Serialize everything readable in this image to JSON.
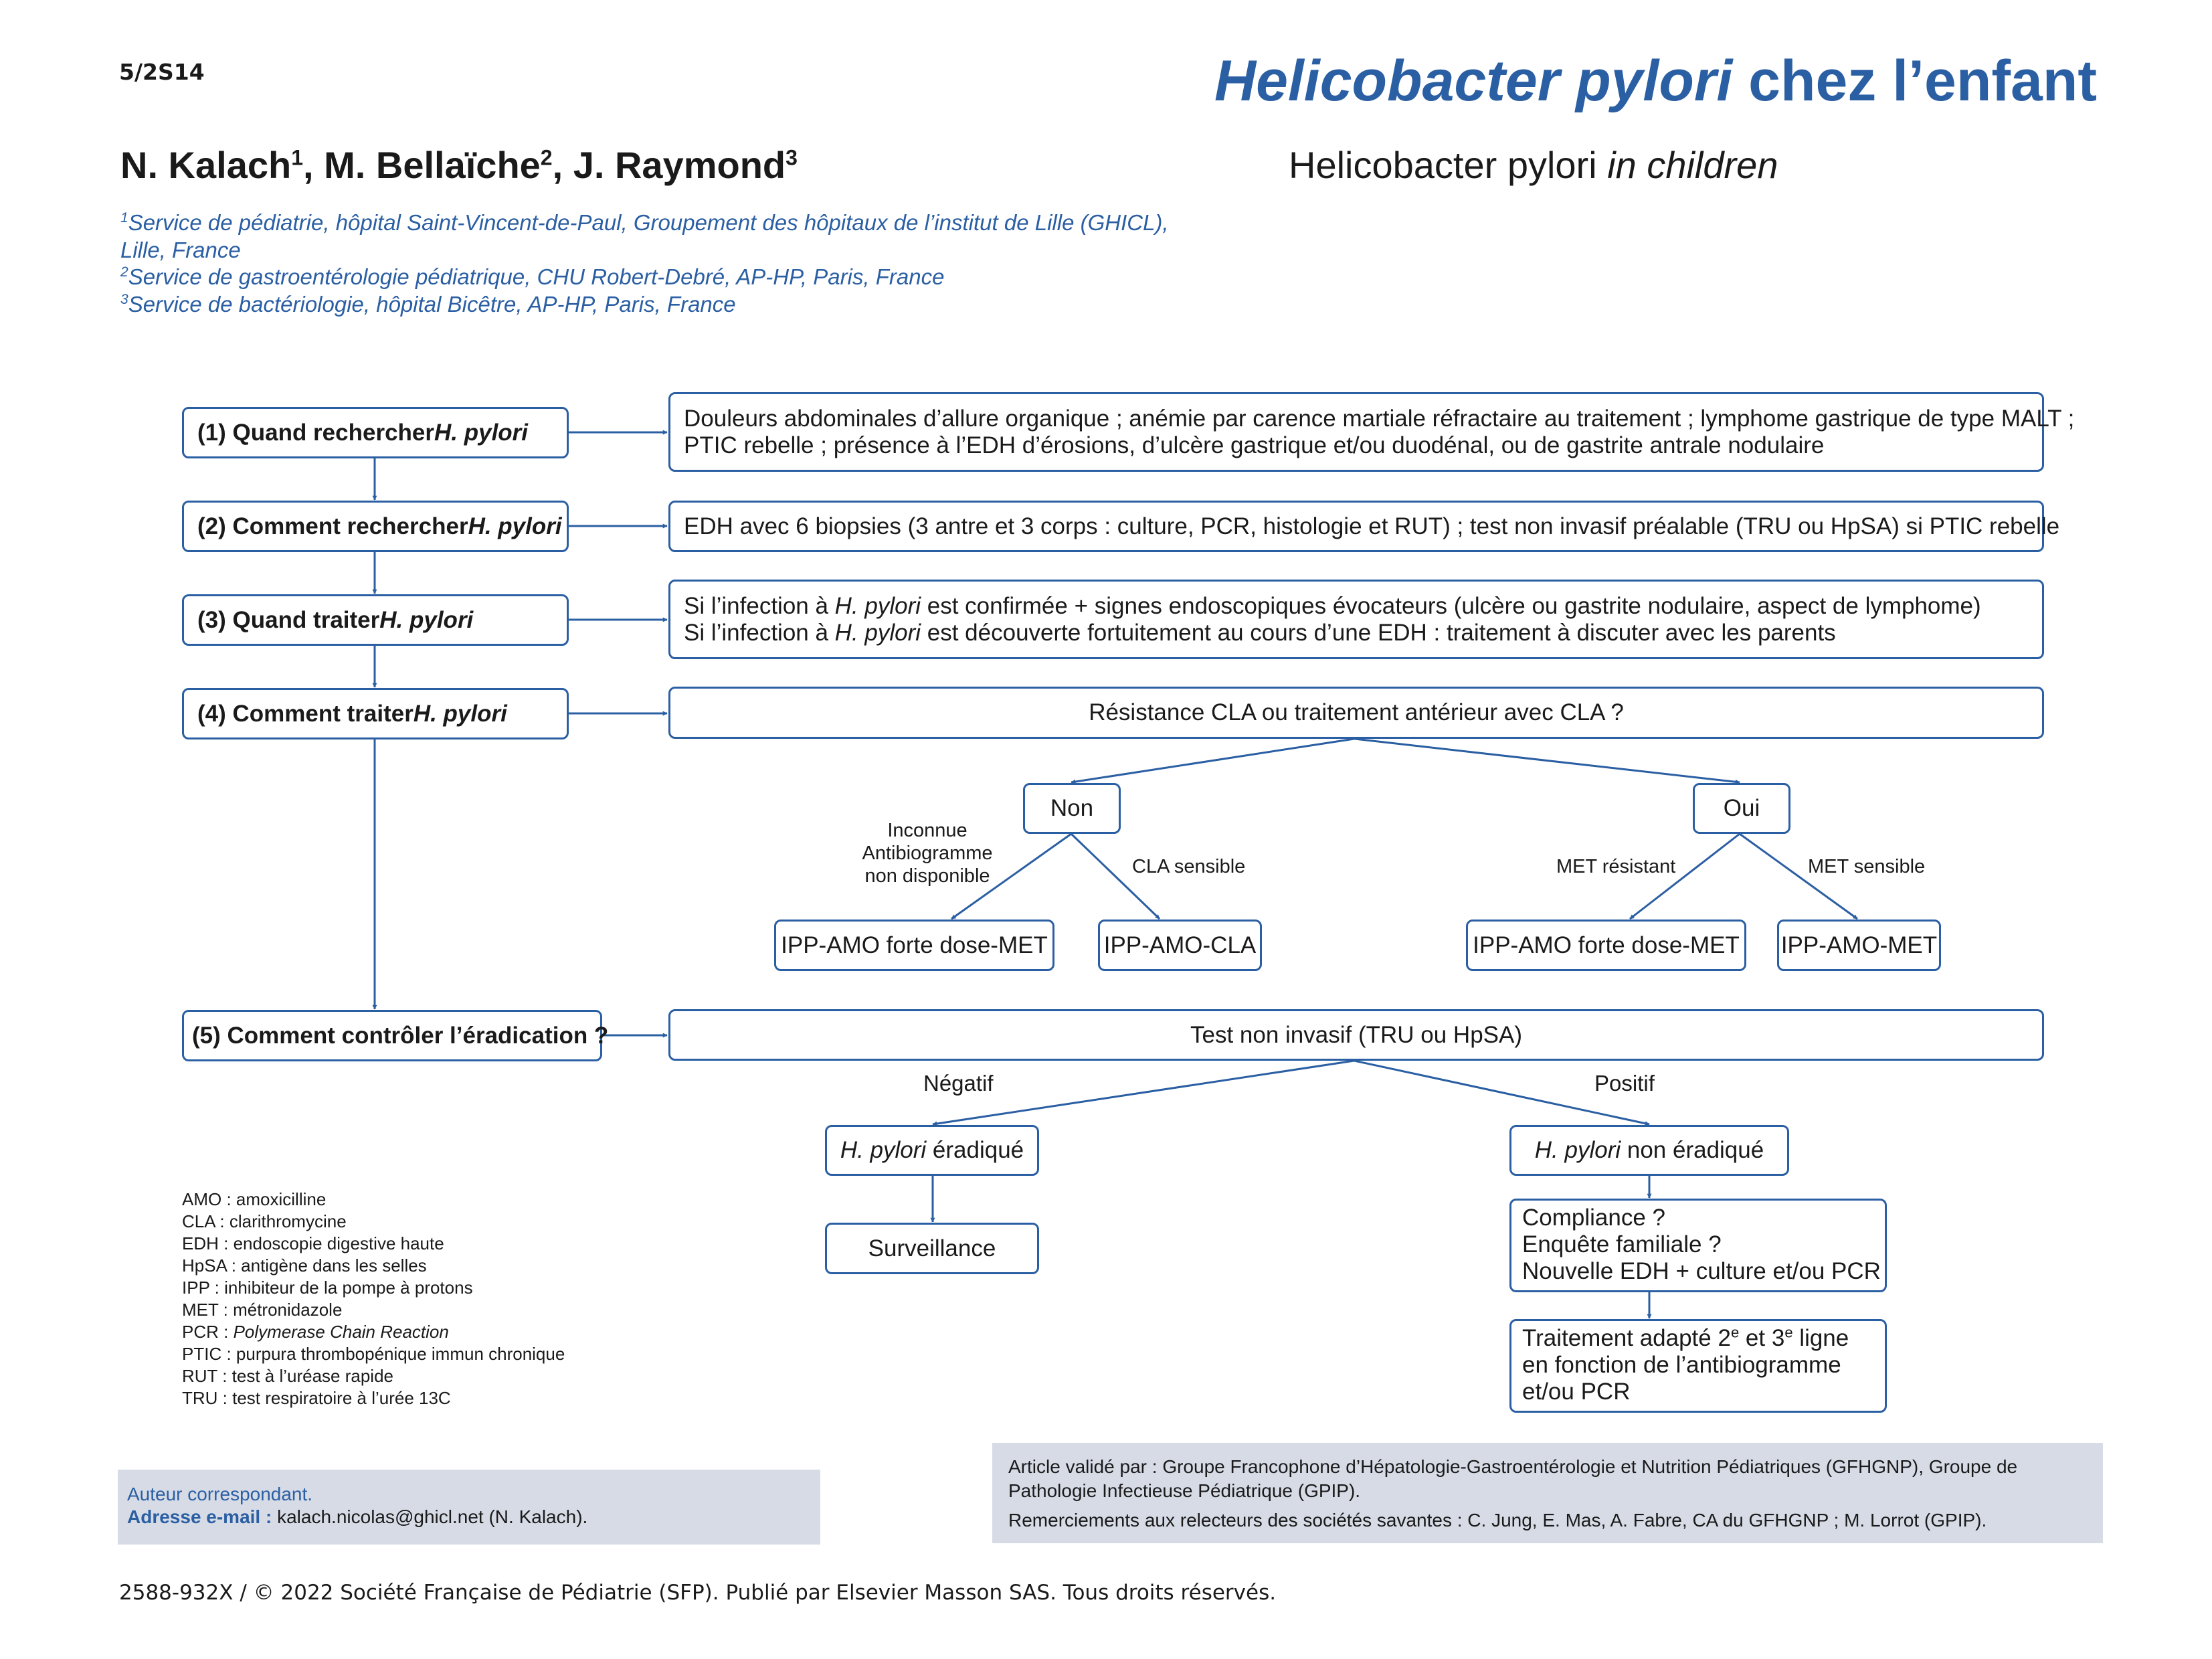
{
  "header": {
    "page_id": "5/2S14",
    "title_italic": "Helicobacter pylori",
    "title_rest": " chez l’enfant",
    "subtitle_plain": "Helicobacter pylori ",
    "subtitle_italic": "in children"
  },
  "authors": [
    {
      "name": "N. Kalach",
      "sup": "1",
      "sep": ", "
    },
    {
      "name": "M. Bellaïche",
      "sup": "2",
      "sep": ", "
    },
    {
      "name": "J. Raymond",
      "sup": "3",
      "sep": ""
    }
  ],
  "affiliations": [
    {
      "sup": "1",
      "text": "Service de pédiatrie, hôpital Saint-Vincent-de-Paul, Groupement des hôpitaux de l’institut de Lille (GHICL),"
    },
    {
      "sup": "",
      "text": "Lille, France"
    },
    {
      "sup": "2",
      "text": "Service de gastroentérologie pédiatrique, CHU Robert-Debré, AP-HP, Paris, France"
    },
    {
      "sup": "3",
      "text": "Service de bactériologie, hôpital Bicêtre, AP-HP, Paris, France"
    }
  ],
  "flow": {
    "steps": [
      {
        "pre": "(1) Quand rechercher ",
        "em": "H. pylori",
        "post": ""
      },
      {
        "pre": "(2) Comment rechercher ",
        "em": "H. pylori",
        "post": ""
      },
      {
        "pre": "(3) Quand traiter ",
        "em": "H. pylori",
        "post": ""
      },
      {
        "pre": "(4) Comment traiter ",
        "em": "H. pylori",
        "post": ""
      },
      {
        "pre": "(5) Comment contrôler l’éradication ?",
        "em": "",
        "post": ""
      }
    ],
    "desc1": [
      "Douleurs abdominales d’allure organique ; anémie par carence martiale réfractaire au traitement ; lymphome gastrique de type MALT ;",
      "PTIC rebelle ; présence à l’EDH d’érosions, d’ulcère gastrique et/ou duodénal, ou de gastrite antrale nodulaire"
    ],
    "desc2": "EDH avec 6 biopsies (3 antre et 3 corps : culture, PCR, histologie et RUT) ; test non invasif préalable (TRU ou HpSA) si PTIC rebelle",
    "desc3": [
      {
        "pre": "Si l’infection à ",
        "em": "H. pylori",
        "post": " est confirmée + signes endoscopiques évocateurs (ulcère ou gastrite nodulaire, aspect de lymphome)"
      },
      {
        "pre": "Si l’infection à ",
        "em": "H. pylori",
        "post": " est découverte fortuitement au cours d’une EDH : traitement à discuter avec les parents"
      }
    ],
    "question4": "Résistance CLA ou traitement antérieur avec CLA ?",
    "no": "Non",
    "yes": "Oui",
    "label_unknown": [
      "Inconnue",
      "Antibiogramme",
      "non disponible"
    ],
    "label_cla_sensible": "CLA sensible",
    "label_met_resistant": "MET résistant",
    "label_met_sensible": "MET sensible",
    "t1": "IPP-AMO forte dose-MET",
    "t2": "IPP-AMO-CLA",
    "t3": "IPP-AMO forte dose-MET",
    "t4": "IPP-AMO-MET",
    "test5": "Test non invasif (TRU ou HpSA)",
    "label_negatif": "Négatif",
    "label_positif": "Positif",
    "eradicated_em": "H. pylori",
    "eradicated_post": " éradiqué",
    "not_eradicated_em": "H. pylori",
    "not_eradicated_post": " non éradiqué",
    "surveillance": "Surveillance",
    "checks": [
      "Compliance ?",
      "Enquête familiale ?",
      "Nouvelle EDH + culture et/ou PCR"
    ],
    "treatment_line1_pre": "Traitement adapté 2",
    "treatment_sup1": "e",
    "treatment_line1_mid": " et 3",
    "treatment_sup2": "e",
    "treatment_line1_post": " ligne",
    "treatment_line2": "en fonction de l’antibiogramme",
    "treatment_line3": "et/ou PCR"
  },
  "legend": [
    {
      "abbr": "AMO : ",
      "def": "amoxicilline",
      "italic": false
    },
    {
      "abbr": "CLA : ",
      "def": "clarithromycine",
      "italic": false
    },
    {
      "abbr": "EDH : ",
      "def": "endoscopie digestive haute",
      "italic": false
    },
    {
      "abbr": "HpSA : ",
      "def": "antigène dans les selles",
      "italic": false
    },
    {
      "abbr": "IPP : ",
      "def": "inhibiteur de la pompe à protons",
      "italic": false
    },
    {
      "abbr": "MET : ",
      "def": "métronidazole",
      "italic": false
    },
    {
      "abbr": "PCR : ",
      "def": "Polymerase Chain Reaction",
      "italic": true
    },
    {
      "abbr": "PTIC : ",
      "def": "purpura thrombopénique immun chronique",
      "italic": false
    },
    {
      "abbr": "RUT : ",
      "def": "test à l’uréase rapide",
      "italic": false
    },
    {
      "abbr": "TRU : ",
      "def": "test respiratoire à l’urée 13C",
      "italic": false
    }
  ],
  "correspondence": {
    "label": "Auteur correspondant.",
    "email_label": "Adresse e-mail : ",
    "email": "kalach.nicolas@ghicl.net (N. Kalach)."
  },
  "validation": {
    "line1": "Article validé par : Groupe Francophone d’Hépatologie-Gastroentérologie et Nutrition Pédiatriques (GFHGNP), Groupe de",
    "line2": "Pathologie Infectieuse Pédiatrique (GPIP).",
    "line3": "Remerciements aux relecteurs des sociétés savantes : C. Jung, E. Mas, A. Fabre, CA du GFHGNP ; M. Lorrot (GPIP)."
  },
  "footer": "2588-932X / © 2022 Société Française de Pédiatrie (SFP). Publié par Elsevier Masson SAS. Tous droits réservés.",
  "colors": {
    "accent": "#2b5fa3",
    "panel": "#d6dbe6"
  }
}
